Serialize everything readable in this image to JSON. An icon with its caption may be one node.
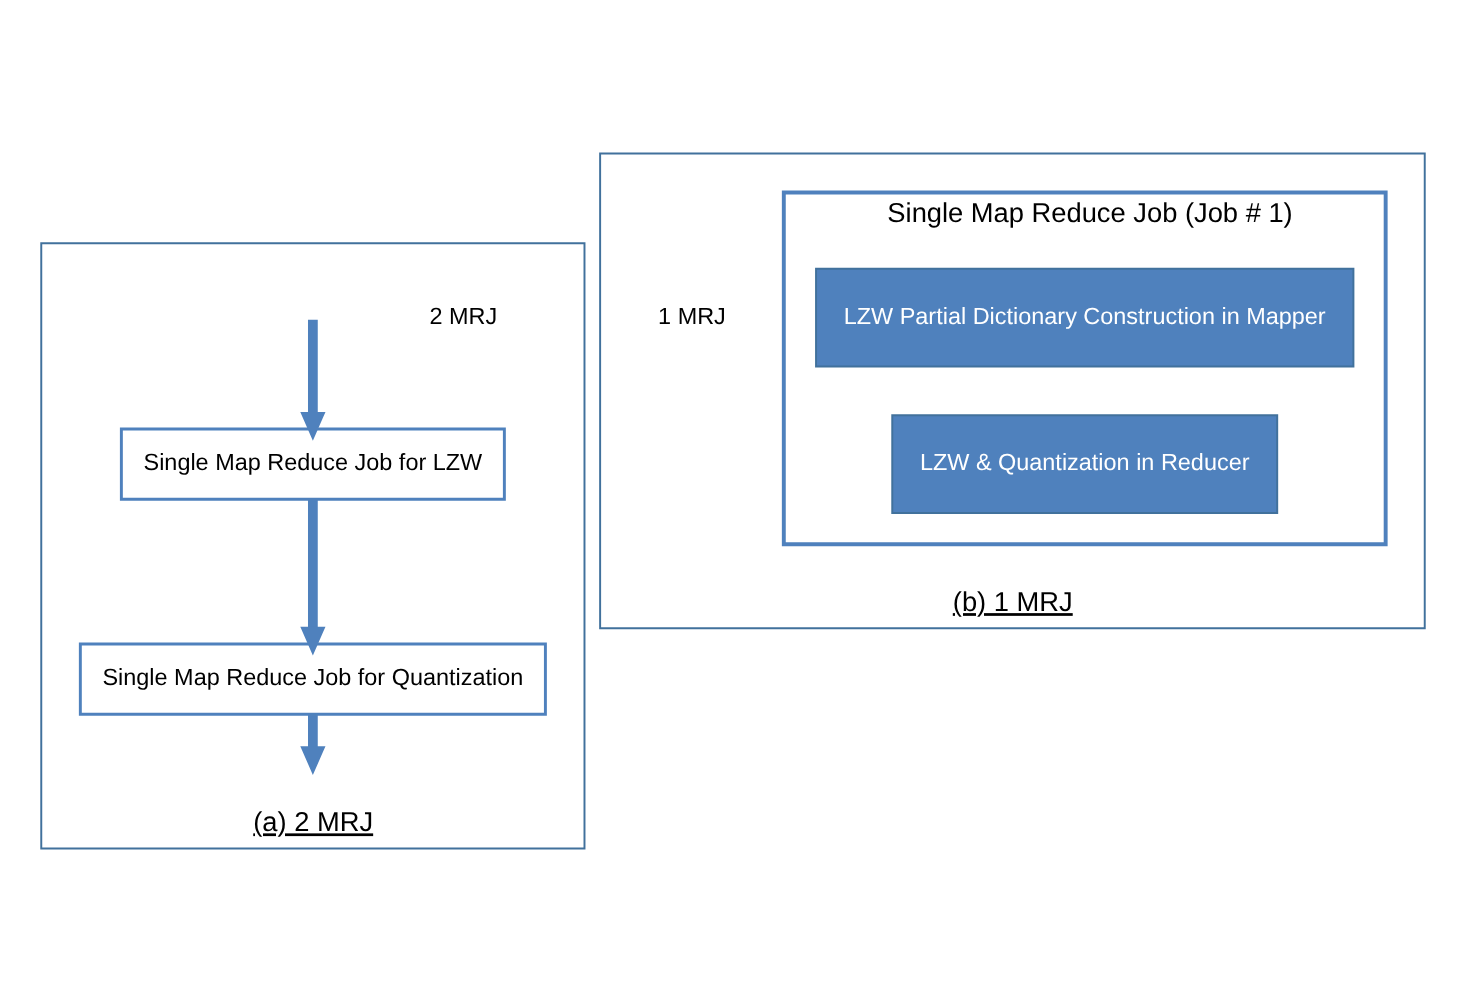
{
  "diagram": {
    "nodes": [
      {
        "text": [
          "(a) 2 MRJ"
        ]
      },
      {
        "text": [
          "Single Map Reduce Job for LZW"
        ],
        "in": 0
      },
      {
        "text": [
          "Single Map Reduce Job for Quantization"
        ],
        "in": 0
      },
      {
        "text": [
          "(b) 1 MRJ"
        ]
      },
      {
        "text": [
          "Single Map Reduce Job (Job # 1)"
        ],
        "in": 3
      },
      {
        "text": [
          "LZW Partial Dictionary Construction in Mapper"
        ],
        "in": 4
      },
      {
        "text": [
          "LZW & Quantization in Reducer"
        ],
        "in": 4
      }
    ],
    "edges": [
      {
        "from": null,
        "to": 1,
        "arrow": "to"
      },
      {
        "from": 1,
        "to": 2,
        "arrow": "to"
      },
      {
        "from": 2,
        "to": null,
        "arrow": "to"
      }
    ],
    "labels": [
      "2 MRJ",
      "1 MRJ"
    ]
  }
}
